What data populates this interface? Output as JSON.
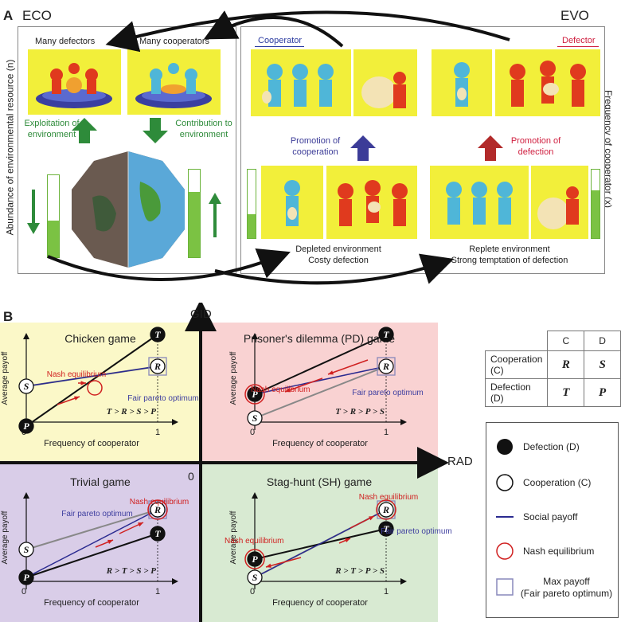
{
  "panel_a": {
    "label": "A",
    "eco_title": "ECO",
    "evo_title": "EVO",
    "left_axis": "Abundance of environmental resource (n)",
    "right_axis": "Frequency of cooperator (x)",
    "many_defectors": "Many defectors",
    "many_cooperators": "Many cooperators",
    "exploitation": [
      "Exploitation of",
      "environment"
    ],
    "contribution": [
      "Contribution to",
      "environment"
    ],
    "cooperator_tag": "Cooperator",
    "defector_tag": "Defector",
    "promotion_coop": [
      "Promotion of",
      "cooperation"
    ],
    "promotion_defect": [
      "Promotion of",
      "defection"
    ],
    "depleted": [
      "Depleted environment",
      "Costy defection"
    ],
    "replete": [
      "Replete environment",
      "Strong temptation of defection"
    ],
    "resource_levels": {
      "left_low": 0.45,
      "right_high": 0.75,
      "evo_left": 0.35,
      "evo_right": 0.7
    }
  },
  "panel_b": {
    "label": "B",
    "gid": "GID",
    "rad": "RAD",
    "origin": "0",
    "games": {
      "chicken": {
        "title": "Chicken game",
        "ineq": "T > R > S > P",
        "nash": "Nash equilibrium",
        "pareto": "Fair pareto optimum"
      },
      "pd": {
        "title": "Prisoner's dilemma (PD) game",
        "ineq": "T > R > P > S",
        "nash": "Nash equilibrium",
        "pareto": "Fair pareto optimum"
      },
      "trivial": {
        "title": "Trivial game",
        "ineq": "R > T > S > P",
        "nash": "Nash equilibrium",
        "pareto": "Fair pareto optimum"
      },
      "staghunt": {
        "title": "Stag-hunt (SH) game",
        "ineq": "R > T > P > S",
        "nash_top": "Nash equilibrium",
        "nash_left": "Nash equilibrium",
        "pareto": "Fair pareto optimum"
      }
    },
    "ylabel": "Average payoff",
    "xlabel": "Frequency of cooperator",
    "x0": "0",
    "x1": "1",
    "matrix": {
      "col_c": "C",
      "col_d": "D",
      "row1": "Cooperation (C)",
      "row2": "Defection (D)",
      "cells": [
        "R",
        "S",
        "T",
        "P"
      ]
    },
    "legend": {
      "defection": "Defection (D)",
      "cooperation": "Cooperation (C)",
      "social": "Social payoff",
      "nash": "Nash equilibrium",
      "maxpay": [
        "Max payoff",
        "(Fair pareto optimum)"
      ]
    },
    "letters": {
      "T": "T",
      "R": "R",
      "S": "S",
      "P": "P"
    }
  }
}
